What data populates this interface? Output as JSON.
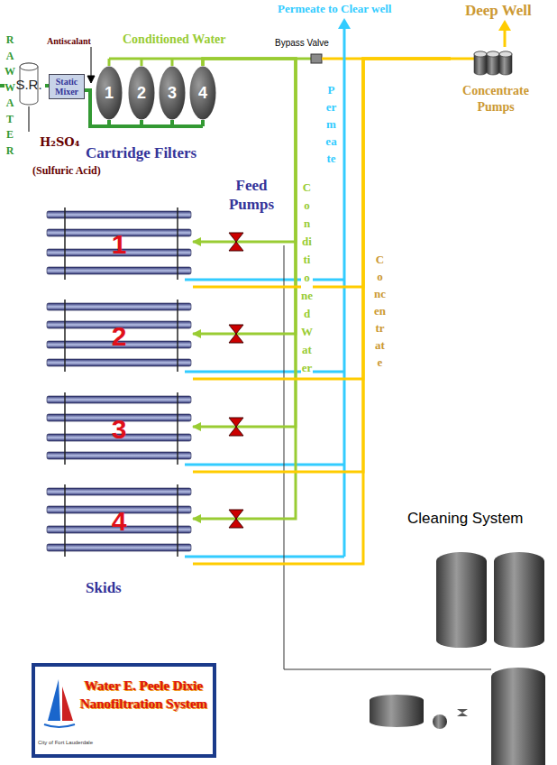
{
  "diagram": {
    "nodes": [
      {
        "text": [
          "S.R."
        ]
      },
      {
        "text": [
          "Static Mixer"
        ]
      },
      {
        "text": [
          "1"
        ]
      },
      {
        "text": [
          "2"
        ]
      },
      {
        "text": [
          "3"
        ]
      },
      {
        "text": [
          "4"
        ]
      },
      {
        "text": [
          "1"
        ]
      },
      {
        "text": [
          "2"
        ]
      },
      {
        "text": [
          "3"
        ]
      },
      {
        "text": [
          "4"
        ]
      },
      {
        "text": [
          "Concentrate Pumps"
        ]
      },
      {
        "text": [
          "Water E. Peele Dixie Nanofiltration System"
        ]
      }
    ],
    "edges": [
      {
        "from": 0,
        "to": 1,
        "arrow": "none"
      },
      {
        "from": 1,
        "to": 2,
        "arrow": "none"
      },
      {
        "from": 5,
        "to": 6,
        "arrow": "to"
      },
      {
        "from": 5,
        "to": 7,
        "arrow": "to"
      },
      {
        "from": 5,
        "to": 8,
        "arrow": "to"
      },
      {
        "from": 5,
        "to": 9,
        "arrow": "to"
      },
      {
        "from": 6,
        "to": 10,
        "arrow": "none"
      },
      {
        "from": 7,
        "to": 10,
        "arrow": "none"
      },
      {
        "from": 8,
        "to": 10,
        "arrow": "none"
      },
      {
        "from": 9,
        "to": 10,
        "arrow": "none"
      }
    ],
    "labels": [
      "RAW WATER",
      "Antiscalant",
      "Conditioned Water",
      "Bypass Valve",
      "Permeate to Clear well",
      "Deep Well",
      "H₂SO₄",
      "(Sulfuric Acid)",
      "Cartridge Filters",
      "Feed Pumps",
      "Permeate",
      "Conditioned Water",
      "Concentrate",
      "Skids",
      "Cleaning System",
      "City of Fort Lauderdale"
    ]
  }
}
